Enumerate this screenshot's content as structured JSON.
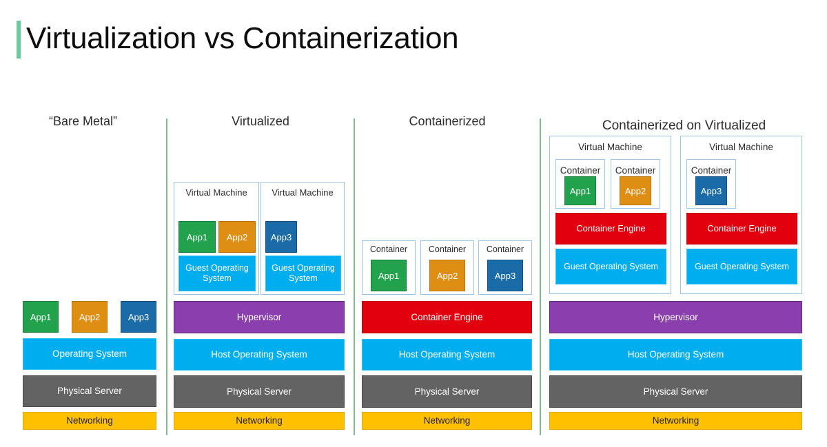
{
  "slide": {
    "title": "Virtualization vs Containerization",
    "accent_color": "#6BC9A0",
    "divider_color": "#7DBE8F"
  },
  "palette": {
    "app1": "#22A24C",
    "app2": "#DE8E12",
    "app3": "#1B6BA8",
    "operating_system": "#00AEEF",
    "physical_server": "#636363",
    "networking": "#FFC000",
    "hypervisor": "#8B3FAF",
    "container_engine": "#E2000F",
    "box_border": "#9DC3E6"
  },
  "labels": {
    "app1": "App1",
    "app2": "App2",
    "app3": "App3",
    "virtual_machine": "Virtual Machine",
    "virtual_machine_wrapped": "Virtual Machine",
    "container": "Container",
    "guest_os": "Guest Operating System",
    "host_os": "Host Operating System",
    "operating_system": "Operating System",
    "physical_server": "Physical Server",
    "networking": "Networking",
    "hypervisor": "Hypervisor",
    "container_engine": "Container Engine"
  },
  "columns": [
    {
      "id": "bare-metal",
      "header": "“Bare Metal”",
      "apps": [
        "App1",
        "App2",
        "App3"
      ],
      "stack": [
        "Operating System",
        "Physical Server",
        "Networking"
      ]
    },
    {
      "id": "virtualized",
      "header": "Virtualized",
      "vms": [
        {
          "title": "Virtual Machine",
          "apps": [
            "App1",
            "App2"
          ],
          "guest_os": "Guest Operating System"
        },
        {
          "title": "Virtual Machine",
          "apps": [
            "App3"
          ],
          "guest_os": "Guest Operating System"
        }
      ],
      "stack": [
        "Hypervisor",
        "Host Operating System",
        "Physical Server",
        "Networking"
      ]
    },
    {
      "id": "containerized",
      "header": "Containerized",
      "containers": [
        {
          "title": "Container",
          "app": "App1"
        },
        {
          "title": "Container",
          "app": "App2"
        },
        {
          "title": "Container",
          "app": "App3"
        }
      ],
      "stack": [
        "Container Engine",
        "Host Operating System",
        "Physical Server",
        "Networking"
      ]
    },
    {
      "id": "containerized-on-virtualized",
      "header": "Containerized on Virtualized",
      "vms": [
        {
          "title": "Virtual Machine",
          "containers": [
            {
              "title": "Container",
              "app": "App1"
            },
            {
              "title": "Container",
              "app": "App2"
            }
          ],
          "container_engine": "Container Engine",
          "guest_os": "Guest Operating System"
        },
        {
          "title": "Virtual Machine",
          "containers": [
            {
              "title": "Container",
              "app": "App3"
            }
          ],
          "container_engine": "Container Engine",
          "guest_os": "Guest Operating System"
        }
      ],
      "stack": [
        "Hypervisor",
        "Host Operating System",
        "Physical Server",
        "Networking"
      ]
    }
  ]
}
